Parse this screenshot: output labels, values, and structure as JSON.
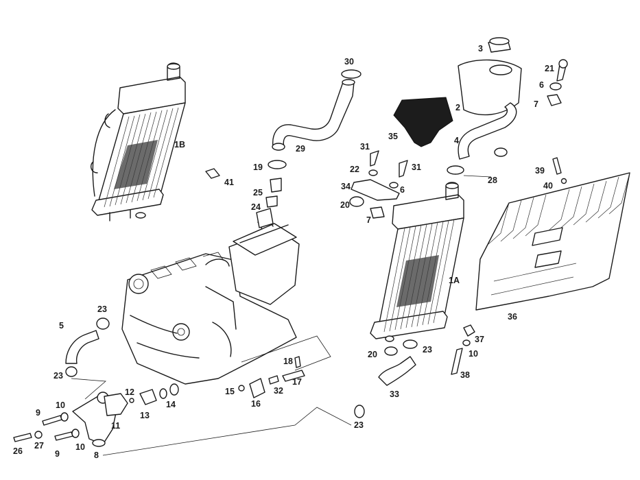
{
  "callouts": {
    "c1B": "1B",
    "c1A": "1A",
    "c2": "2",
    "c3": "3",
    "c4": "4",
    "c5": "5",
    "c6a": "6",
    "c6b": "6",
    "c7a": "7",
    "c7b": "7",
    "c8": "8",
    "c9a": "9",
    "c9b": "9",
    "c10a": "10",
    "c10b": "10",
    "c10c": "10",
    "c11": "11",
    "c12": "12",
    "c13": "13",
    "c14": "14",
    "c15": "15",
    "c16": "16",
    "c17": "17",
    "c18": "18",
    "c19": "19",
    "c20a": "20",
    "c20b": "20",
    "c21": "21",
    "c22": "22",
    "c23a": "23",
    "c23b": "23",
    "c23c": "23",
    "c23d": "23",
    "c24": "24",
    "c25": "25",
    "c26": "26",
    "c27": "27",
    "c28": "28",
    "c29": "29",
    "c30": "30",
    "c31a": "31",
    "c31b": "31",
    "c32": "32",
    "c33": "33",
    "c34": "34",
    "c35": "35",
    "c36": "36",
    "c37": "37",
    "c38": "38",
    "c39": "39",
    "c40": "40",
    "c41": "41"
  }
}
